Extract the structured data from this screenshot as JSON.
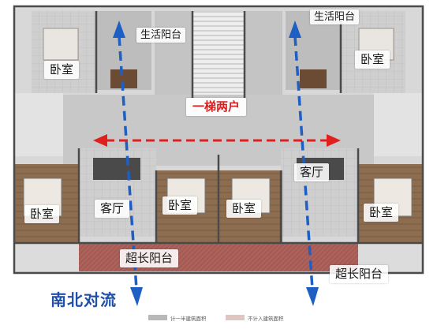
{
  "labels": {
    "bedroom_tl": "卧室",
    "bedroom_tr": "卧室",
    "bedroom_ml": "卧室",
    "bedroom_mr": "卧室",
    "bedroom_bl": "卧室",
    "bedroom_br": "卧室",
    "living_l": "客厅",
    "living_r": "客厅",
    "balcony_l": "生活阳台",
    "balcony_r": "生活阳台",
    "long_balcony_l": "超长阳台",
    "long_balcony_r": "超长阳台",
    "core": "一梯两户"
  },
  "caption": "南北对流",
  "legend": {
    "half_area": "计一半建筑面积",
    "no_area": "不计入建筑面积"
  },
  "colors": {
    "blue_arrow": "#1e5fc4",
    "red_arrow": "#e01f1f",
    "balcony_red": "#a85a55",
    "floor_wood": "#8a6a4e",
    "tile_grey": "#c9c9c9",
    "wall": "#4a4a4a"
  },
  "icons": [
    "airflow-arrow-icon",
    "cross-ventilation-arrow-icon"
  ]
}
